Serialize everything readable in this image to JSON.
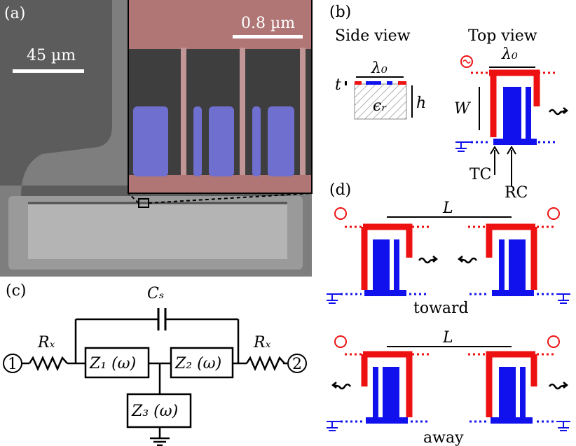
{
  "panels": {
    "a": {
      "label": "(a)",
      "scale_large": "45 µm",
      "scale_small": "0.8 µm"
    },
    "b": {
      "label": "(b)",
      "side_view": "Side view",
      "top_view": "Top view",
      "lambda_side": "λ₀",
      "lambda_top": "λ₀",
      "t": "t",
      "h": "h",
      "eps": "ϵᵣ",
      "W": "W",
      "tc": "TC",
      "rc": "RC"
    },
    "c": {
      "label": "(c)",
      "node1": "1",
      "node2": "2",
      "rx_left": "Rₓ",
      "rx_right": "Rₓ",
      "cs": "Cₛ",
      "z1": "Z₁ (ω)",
      "z2": "Z₂ (ω)",
      "z3": "Z₃ (ω)"
    },
    "d": {
      "label": "(d)",
      "L_top": "L",
      "L_bottom": "L",
      "toward": "toward",
      "away": "away"
    }
  },
  "colors": {
    "red": "#ee1111",
    "blue": "#1111ee",
    "sem_gray": "#8a8a8a",
    "purple_overlay": "#6a6ad6",
    "pink_overlay": "#c88a8a"
  }
}
